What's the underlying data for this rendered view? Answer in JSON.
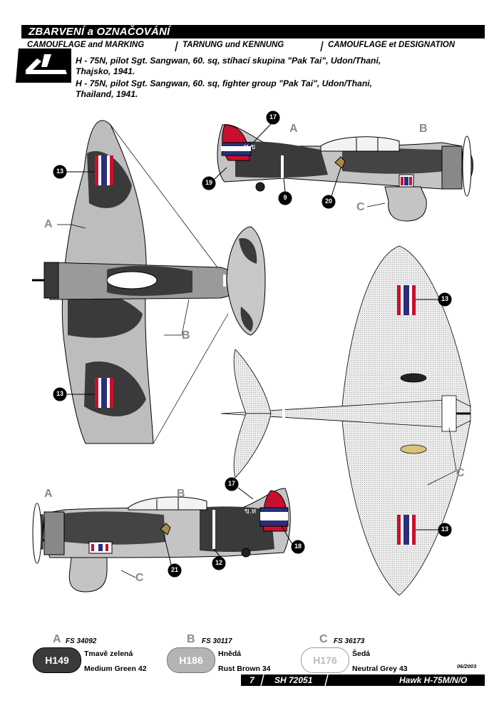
{
  "header": {
    "title": "ZBARVENÍ a OZNAČOVÁNÍ",
    "subtitles": [
      "CAMOUFLAGE and MARKING",
      "TARNUNG und KENNUNG",
      "CAMOUFLAGE et DESIGNATION"
    ]
  },
  "description": {
    "czech_line1": "H - 75N, pilot Sgt. Sangwan, 60. sq, stíhací skupina \"Pak Tai\", Udon/Thani,",
    "czech_line2": "Thajsko, 1941.",
    "english_line1": "H - 75N, pilot Sgt. Sangwan, 60. sq, fighter group \"Pak Tai\", Udon/Thani,",
    "english_line2": "Thailand, 1941."
  },
  "callouts": [
    "13",
    "17",
    "19",
    "9",
    "20",
    "12",
    "18",
    "21"
  ],
  "area_letters": [
    "A",
    "B",
    "C"
  ],
  "aircraft_codes": {
    "side": "ห.ข",
    "bottom": "ข.ห"
  },
  "colors": {
    "medium_green": "#3a3a3a",
    "rust_brown": "#b4b4b4",
    "neutral_grey": "#ffffff",
    "thai_red": "#c8102e",
    "thai_blue": "#2a2f7a",
    "ink": "#000000"
  },
  "legend": [
    {
      "letter": "A",
      "fs": "FS 34092",
      "code": "H149",
      "name_cz": "Tmavě zelená",
      "name_en": "Medium Green 42"
    },
    {
      "letter": "B",
      "fs": "FS 30117",
      "code": "H186",
      "name_cz": "Hnědá",
      "name_en": "Rust Brown 34"
    },
    {
      "letter": "C",
      "fs": "FS 36173",
      "code": "H176",
      "name_cz": "Šedá",
      "name_en": "Neutral Grey 43"
    }
  ],
  "footer": {
    "page_number": "7",
    "kit_code": "SH 72051",
    "model_name": "Hawk H-75M/N/O",
    "date": "06/2003"
  }
}
